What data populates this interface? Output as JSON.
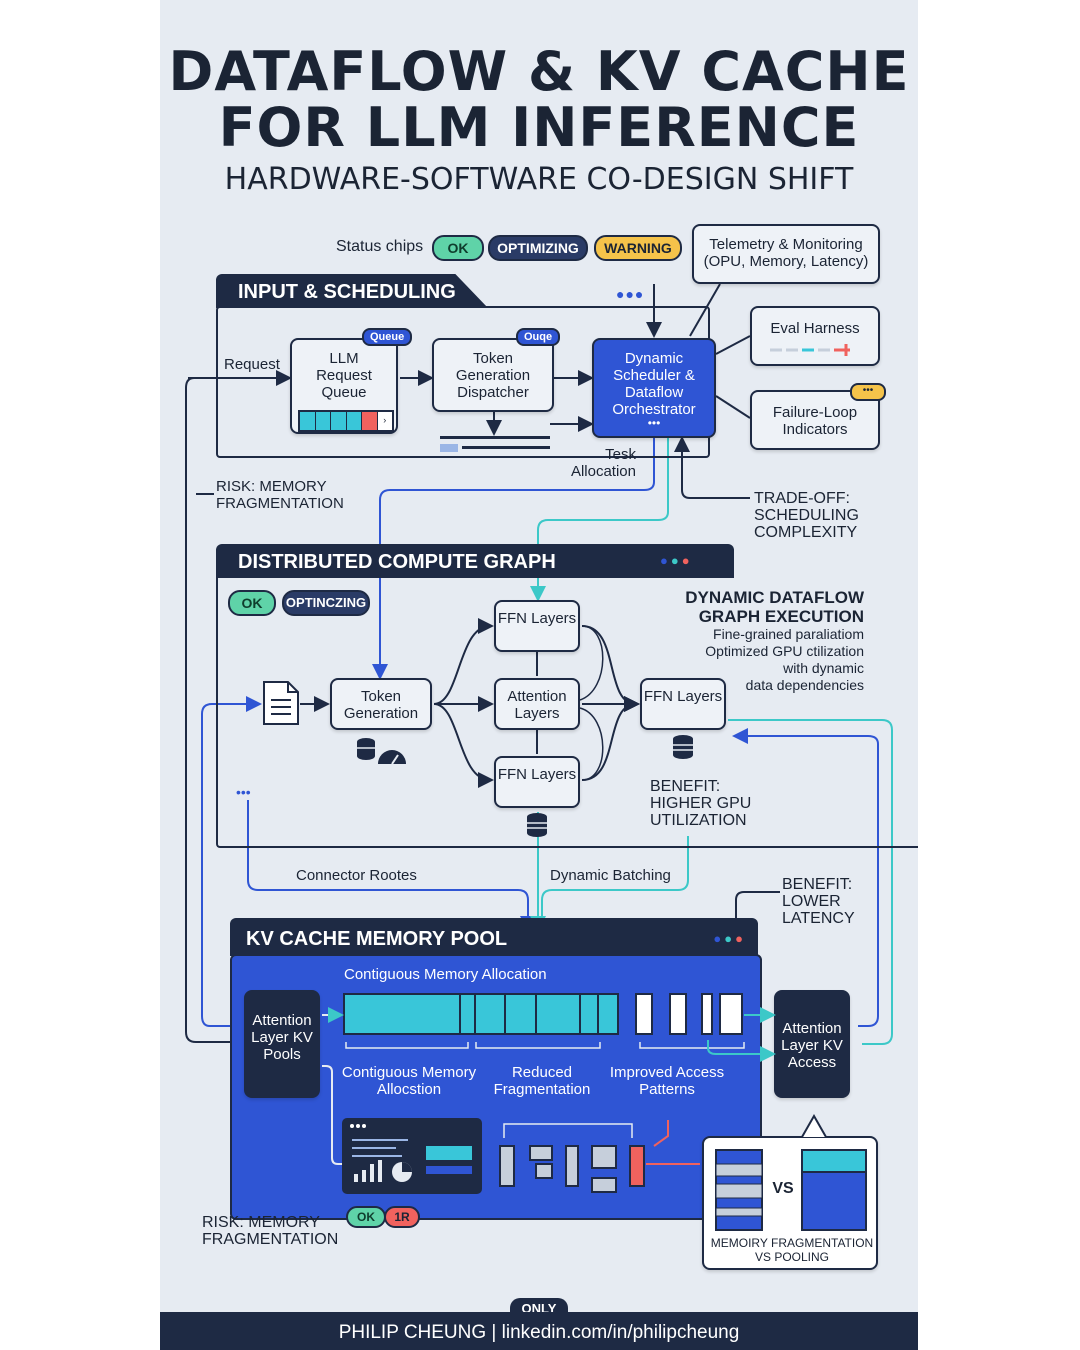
{
  "title_line1": "DATAFLOW & KV CACHE",
  "title_line2": "FOR LLM INFERENCE",
  "subtitle": "HARDWARE-SOFTWARE CO-DESIGN SHIFT",
  "status": {
    "label": "Status chips",
    "ok": "OK",
    "optimizing": "OPTIMIZING",
    "warning": "WARNING"
  },
  "telemetry": "Telemetry & Monitoring (OPU, Memory, Latency)",
  "input_section": {
    "title": "INPUT & SCHEDULING",
    "request": "Request",
    "queue_node": "LLM Request Queue",
    "queue_badge": "Queue",
    "dispatcher_node": "Token Generation Dispatcher",
    "dispatcher_badge": "Ouqe",
    "scheduler_node": "Dynamic Scheduler & Dataflow Orchestrator",
    "task_allocation": "Tesk Allocation",
    "eval_harness": "Eval Harness",
    "failure_loop": "Failure-Loop Indicators"
  },
  "risk_top": "RISK: MEMORY FRAGMENTATION",
  "tradeoff": "TRADE-OFF: SCHEDULING COMPLEXITY",
  "compute_section": {
    "title": "DISTRIBUTED COMPUTE GRAPH",
    "chip_ok": "OK",
    "chip_opt": "OPTINCZING",
    "token_generation": "Token Generation",
    "ffn_top": "FFN Layers",
    "attention": "Attention Layers",
    "ffn_bottom": "FFN Layers",
    "ffn_right": "FFN Layers",
    "heading": "DYNAMIC DATAFLOW GRAPH EXECUTION",
    "desc1": "Fine-grained paraliatiom",
    "desc2": "Optimized GPU ctilization",
    "desc3": "with dynamic",
    "desc4": "data dependencies",
    "benefit": "BENEFIT: HIGHER GPU UTILIZATION",
    "ellipsis": "•••"
  },
  "connector_routes": "Connector Rootes",
  "dynamic_batching": "Dynamic Batching",
  "benefit_latency": "BENEFIT: LOWER LATENCY",
  "kv_section": {
    "title": "KV CACHE MEMORY POOL",
    "contiguous_header": "Contiguous Memory Allocation",
    "left_pools": "Attention Layer KV Pools",
    "right_access": "Attention Layer KV Access",
    "label_contig": "Contiguous Memory Allocstion",
    "label_reduced": "Reduced Fragmentation",
    "label_improved": "Improved Access Patterns",
    "chip_ok": "OK",
    "chip_red": "1R"
  },
  "risk_bottom": "RISK: MEMORY FRAGMENTATION",
  "comparison": {
    "vs": "VS",
    "caption": "MEMOIRY FRAGMENTATION VS POOLING"
  },
  "footer_badge": "ONLY",
  "footer": "PHILIP CHEUNG | linkedin.com/in/philipcheung",
  "colors": {
    "navy": "#1e2a44",
    "blue": "#2f55d4",
    "teal": "#3cc8c8",
    "cyan": "#39c6d9",
    "red": "#f0625e",
    "yellow": "#f5c34a",
    "green": "#5fd3a8"
  }
}
